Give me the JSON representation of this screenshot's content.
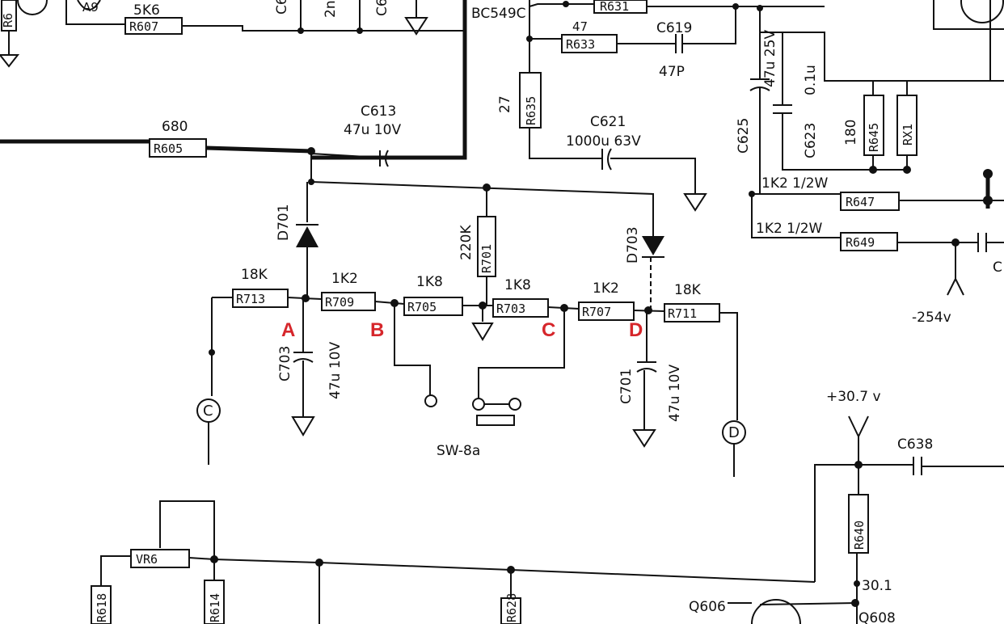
{
  "labels": {
    "top_r609": "R6",
    "top_5k6": "5K6",
    "top_r607": "R607",
    "top_c6a": "C6",
    "top_2n": "2n",
    "top_c6b": "C6",
    "bc549": "BC549C",
    "r631": "R631",
    "val_47a": "47",
    "r633": "R633",
    "c619": "C619",
    "c619_val": "47P",
    "r635_val": "27",
    "r635": "R635",
    "c621": "C621",
    "c621_val": "1000u 63V",
    "c625": "C625",
    "c625_val": "47u  25V",
    "c623": "C623",
    "c623_val": "0.1u",
    "r645_val": "180",
    "r645": "R645",
    "rx1": "RX1",
    "r647_val": "1K2  1/2W",
    "r647": "R647",
    "r649_val": "1K2  1/2W",
    "r649": "R649",
    "c_right": "C",
    "v254": "-254v",
    "r605_val": "680",
    "r605": "R605",
    "c613": "C613",
    "c613_val": "47u  10V",
    "d701": "D701",
    "d703": "D703",
    "r701_val": "220K",
    "r701": "R701",
    "r713_val": "18K",
    "r713": "R713",
    "r709_val": "1K2",
    "r709": "R709",
    "r705_val": "1K8",
    "r705": "R705",
    "r703_val": "1K8",
    "r703": "R703",
    "r707_val": "1K2",
    "r707": "R707",
    "r711_val": "18K",
    "r711": "R711",
    "c703": "C703",
    "c703_val": "47u 10V",
    "c701": "C701",
    "c701_val": "47u 10V",
    "conn_c": "C",
    "conn_d": "D",
    "sw8a": "SW-8a",
    "v307": "+30.7 v",
    "c638": "C638",
    "r640": "R640",
    "v301": "30.1",
    "q606": "Q606",
    "q608": "Q608",
    "vr6": "VR6",
    "r618": "R618",
    "r614": "R614",
    "r628": "R628"
  },
  "markers": {
    "a": "A",
    "b": "B",
    "c": "C",
    "d": "D"
  },
  "colors": {
    "ink": "#111111",
    "marker": "#d6262b",
    "paper": "#ffffff"
  }
}
